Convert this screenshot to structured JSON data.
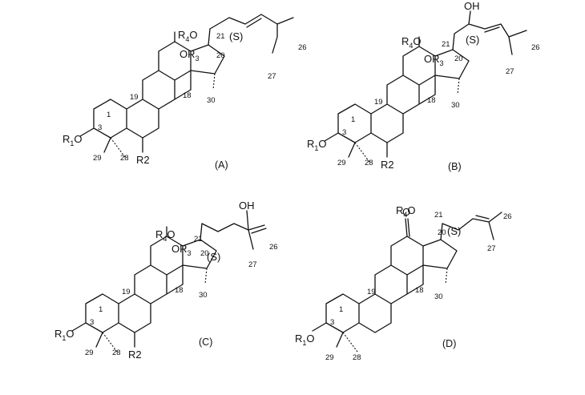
{
  "structures": [
    {
      "label": "(A)",
      "groups": {
        "r1o": "R",
        "r1o_sub": "1",
        "r1o_tail": "O",
        "r2": "R2",
        "or3": "OR",
        "or3_sub": "3",
        "r4o": "R",
        "r4o_sub": "4",
        "r4o_tail": "O",
        "stereo": "(S)"
      },
      "numbers": {
        "n1": "1",
        "n3": "3",
        "n18": "18",
        "n19": "19",
        "n20": "20",
        "n21": "21",
        "n26": "26",
        "n27": "27",
        "n28": "28",
        "n29": "29",
        "n30": "30"
      }
    },
    {
      "label": "(B)",
      "groups": {
        "r1o": "R",
        "r1o_sub": "1",
        "r1o_tail": "O",
        "r2": "R2",
        "or3": "OR",
        "or3_sub": "3",
        "r4o": "R",
        "r4o_sub": "4",
        "r4o_tail": "O",
        "stereo": "(S)",
        "oh": "OH"
      },
      "numbers": {
        "n1": "1",
        "n3": "3",
        "n18": "18",
        "n19": "19",
        "n20": "20",
        "n21": "21",
        "n26": "26",
        "n27": "27",
        "n28": "28",
        "n29": "29",
        "n30": "30"
      }
    },
    {
      "label": "(C)",
      "groups": {
        "r1o": "R",
        "r1o_sub": "1",
        "r1o_tail": "O",
        "r2": "R2",
        "or3": "OR",
        "or3_sub": "3",
        "r4o": "R",
        "r4o_sub": "4",
        "r4o_tail": "O",
        "stereo": "(S)",
        "oh": "OH"
      },
      "numbers": {
        "n1": "1",
        "n3": "3",
        "n18": "18",
        "n19": "19",
        "n20": "20",
        "n21": "21",
        "n26": "26",
        "n27": "27",
        "n28": "28",
        "n29": "29",
        "n30": "30"
      }
    },
    {
      "label": "(D)",
      "groups": {
        "r1o": "R",
        "r1o_sub": "1",
        "r1o_tail": "O",
        "r4o": "R",
        "r4o_sub": "4",
        "r4o_tail": "O",
        "stereo": "(S)",
        "keto": "O"
      },
      "numbers": {
        "n1": "1",
        "n3": "3",
        "n18": "18",
        "n19": "19",
        "n20": "20",
        "n21": "21",
        "n26": "26",
        "n27": "27",
        "n28": "28",
        "n29": "29",
        "n30": "30"
      }
    }
  ]
}
